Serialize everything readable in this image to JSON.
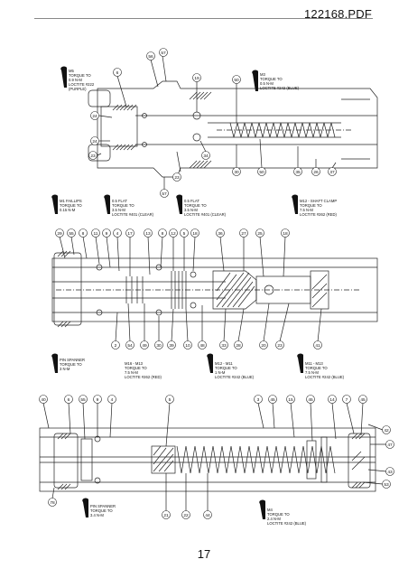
{
  "header": {
    "filename": "122168.PDF"
  },
  "footer": {
    "page_number": "17"
  },
  "diagram_top": {
    "callouts": [
      "6",
      "56",
      "57",
      "19",
      "50",
      "24",
      "24",
      "23",
      "23",
      "34",
      "30",
      "50",
      "35",
      "26",
      "37",
      "57"
    ],
    "torque_left": [
      "M5",
      "TORQUE TO",
      "0.9 N-M",
      "LOCTITE #222",
      "(PURPLE)"
    ],
    "torque_right": [
      "M3",
      "TORQUE TO",
      "0.5 N-M",
      "LOCTITE #242 (BLUE)"
    ]
  },
  "diagram_middle": {
    "callouts_top": [
      "29",
      "55",
      "8",
      "11",
      "9",
      "4",
      "17",
      "13",
      "8",
      "12",
      "5",
      "18",
      "36",
      "27",
      "25",
      "18"
    ],
    "callouts_bottom": [
      "2",
      "54",
      "49",
      "30",
      "39",
      "10",
      "48",
      "33",
      "28",
      "20",
      "23",
      "41"
    ],
    "notes_top": [
      [
        "M1 FAILLIPS",
        "TORQUE TO",
        "0.15 N-M"
      ],
      [
        "0.5 FLAT",
        "TORQUE TO",
        "3.5 N-M",
        "LOCTITE #401 (CLEAR)"
      ],
      [
        "0.5 FLAT",
        "TORQUE TO",
        "3.5 N-M",
        "LOCTITE #401 (CLEAR)"
      ],
      [
        "M12 - SHAFT CLAMP",
        "TORQUE TO",
        "7.5 N-M",
        "LOCTITE #262 (RED)"
      ]
    ],
    "notes_bottom": [
      [
        "PIN SPANNER",
        "TORQUE TO",
        "3 N-M"
      ],
      [
        "M16 - M13",
        "TORQUE TO",
        "7.5 N-M",
        "LOCTITE #262 (RED)"
      ],
      [
        "M12 - M11",
        "TORQUE TO",
        "1 N-M",
        "LOCTITE #242 (BLUE)"
      ],
      [
        "M11 - M13",
        "TORQUE TO",
        "7.5 N-M",
        "LOCTITE #242 (BLUE)"
      ]
    ]
  },
  "diagram_bottom": {
    "callouts_top": [
      "40",
      "6",
      "55",
      "9",
      "4",
      "5",
      "3",
      "45",
      "15",
      "45",
      "14",
      "7",
      "45"
    ],
    "callouts_right": [
      "42",
      "47",
      "43",
      "53"
    ],
    "callouts_bottom": [
      "78",
      "21",
      "22",
      "44"
    ],
    "note_left": [
      "PIN SPANNER",
      "TORQUE TO",
      "3.4 N-M"
    ],
    "note_right": [
      "M4",
      "TORQUE TO",
      "2.4 N-M",
      "LOCTITE #242 (BLUE)"
    ]
  }
}
